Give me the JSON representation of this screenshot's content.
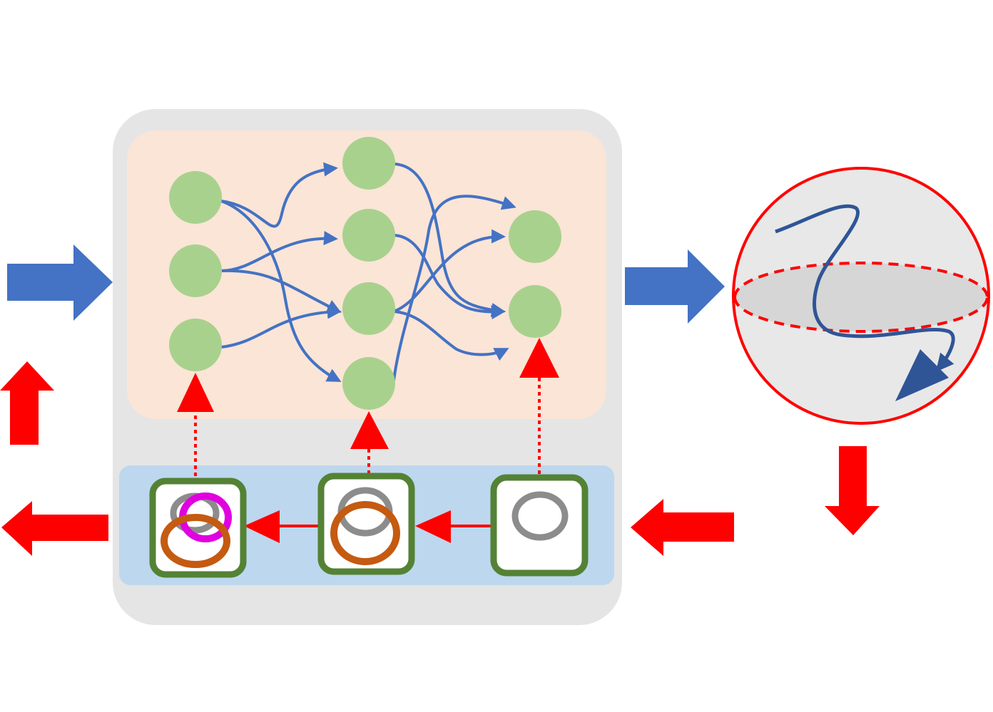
{
  "colors": {
    "background": "#ffffff",
    "outer_panel": "#e5e5e5",
    "network_panel": "#fbe5d6",
    "ring_strip": "#bdd7ee",
    "node_fill": "#a9d18e",
    "flow_blue": "#4472c4",
    "feedback_red": "#ff0000",
    "box_border": "#548235",
    "ring_gray": "#8c8c8c",
    "ring_orange": "#c55a11",
    "ring_magenta": "#e000e0",
    "sphere_stroke": "#ff0000",
    "sphere_fill": "#e8e8e8",
    "trajectory": "#2f5597"
  },
  "network": {
    "layers": [
      3,
      4,
      2
    ]
  },
  "ring_boxes": [
    {
      "rings": [
        "gray",
        "magenta",
        "orange"
      ]
    },
    {
      "rings": [
        "gray",
        "orange"
      ]
    },
    {
      "rings": [
        "gray"
      ]
    }
  ],
  "icons": {
    "sphere": "bloch-sphere-icon",
    "trajectory": "state-trajectory-icon",
    "ring": "ring-icon"
  }
}
